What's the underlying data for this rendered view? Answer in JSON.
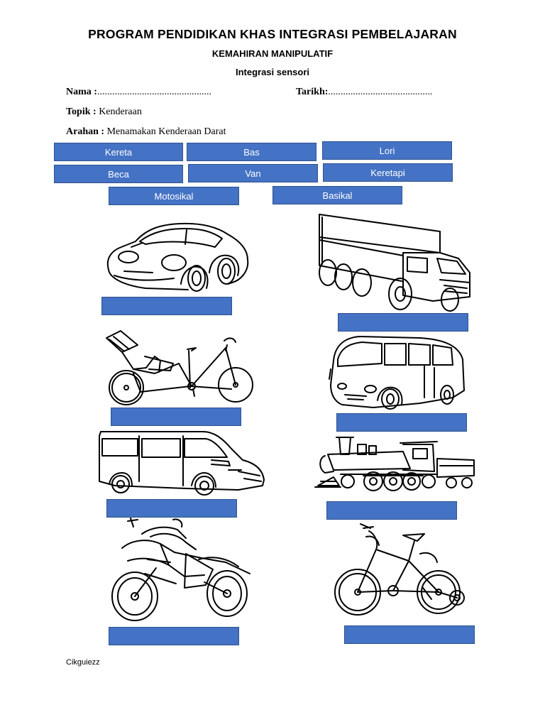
{
  "header": {
    "title": "PROGRAM PENDIDIKAN KHAS INTEGRASI PEMBELAJARAN",
    "subtitle": "KEMAHIRAN MANIPULATIF",
    "subtitle2": "Integrasi sensori"
  },
  "form": {
    "name_label": "Nama :",
    "name_blank": "..............................................",
    "date_label": "Tarikh:",
    "date_blank": "..........................................",
    "topic_label": "Topik :",
    "topic_value": "Kenderaan",
    "instruction_label": "Arahan :",
    "instruction_value": "Menamakan Kenderaan Darat"
  },
  "word_bank": [
    "Kereta",
    "Bas",
    "Lori",
    "Beca",
    "Van",
    "Keretapi",
    "Motosikal",
    "Basikal"
  ],
  "pictures": [
    {
      "icon": "car-icon"
    },
    {
      "icon": "lorry-icon"
    },
    {
      "icon": "trishaw-icon"
    },
    {
      "icon": "bus-icon"
    },
    {
      "icon": "van-icon"
    },
    {
      "icon": "train-icon"
    },
    {
      "icon": "motorcycle-icon"
    },
    {
      "icon": "bicycle-icon"
    }
  ],
  "colors": {
    "box_fill": "#4472c4",
    "box_border": "#2f528f",
    "box_text": "#ffffff"
  },
  "footer": {
    "author": "Cikguiezz"
  }
}
